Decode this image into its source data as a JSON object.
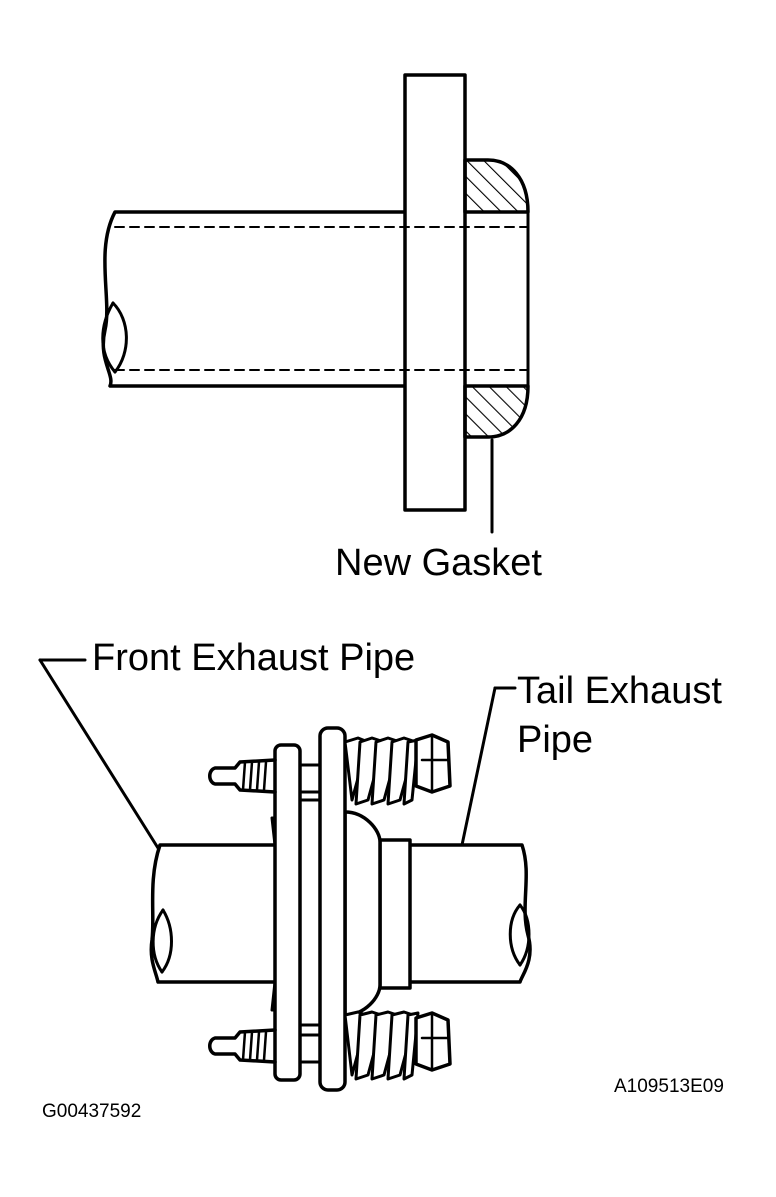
{
  "labels": {
    "new_gasket": "New Gasket",
    "front_exhaust_pipe": "Front Exhaust Pipe",
    "tail_exhaust_pipe_line1": "Tail Exhaust",
    "tail_exhaust_pipe_line2": "Pipe",
    "figure_code_left": "G00437592",
    "figure_code_right": "A109513E09"
  }
}
